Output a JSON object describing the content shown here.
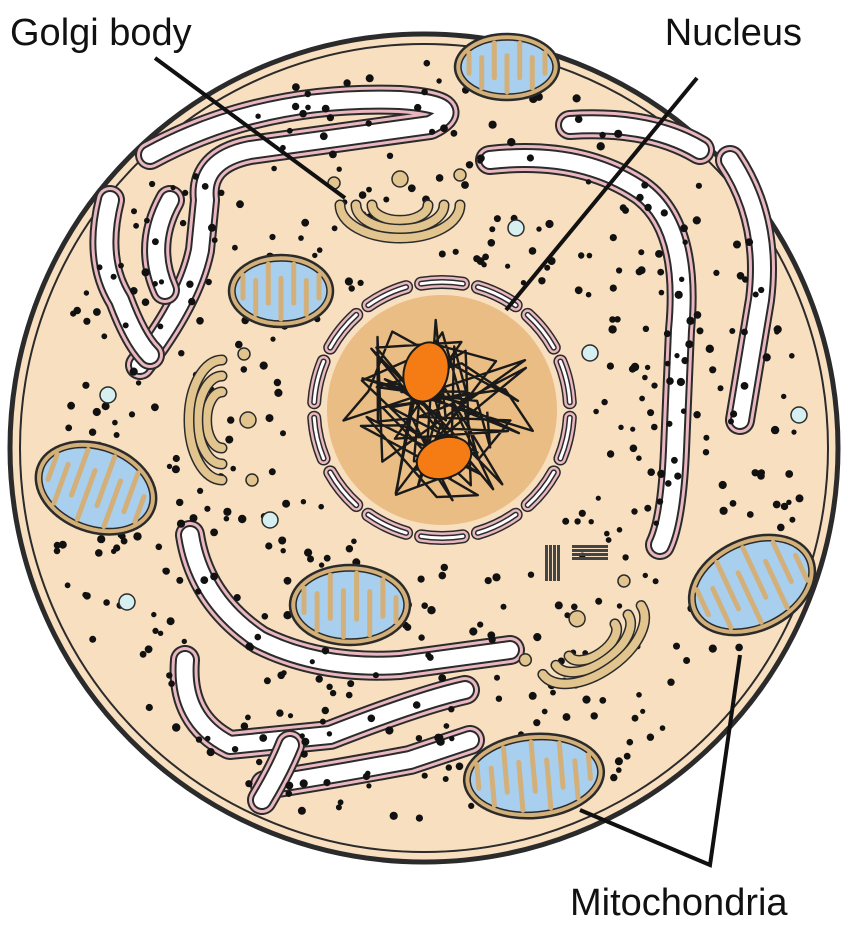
{
  "labels": {
    "golgi": "Golgi body",
    "nucleus": "Nucleus",
    "mitochondria": "Mitochondria"
  },
  "colors": {
    "cytoplasm": "#f8dfbf",
    "cell_outline": "#2b2b2b",
    "membrane_pink": "#e9b7c0",
    "er_lumen": "#ffffff",
    "nucleus_fill": "#e9bd83",
    "chromatin": "#1a1a1a",
    "nucleolus": "#f57c14",
    "mito_fill": "#a9cfee",
    "mito_membrane": "#d3b079",
    "golgi": "#e2c48f",
    "ribosome": "#111111",
    "vesicle": "#d6f0f2",
    "leader_line": "#111111"
  },
  "structures": [
    "cell-membrane",
    "cytoplasm",
    "nucleus",
    "nuclear-envelope",
    "nucleolus",
    "chromatin",
    "golgi-apparatus",
    "mitochondrion",
    "rough-endoplasmic-reticulum",
    "ribosome",
    "vesicle",
    "centriole"
  ]
}
